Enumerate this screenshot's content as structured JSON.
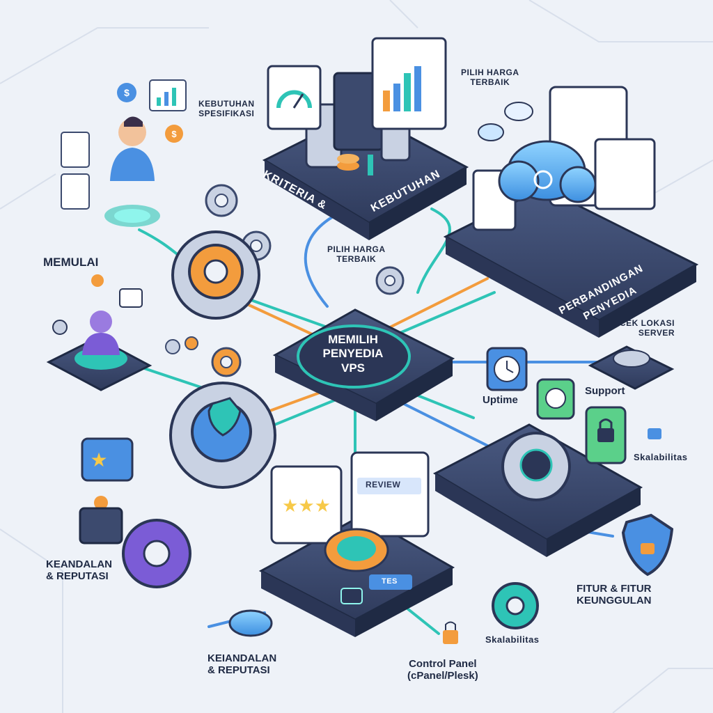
{
  "diagram": {
    "center_title_line1": "MEMILIH",
    "center_title_line2": "PENYEDIA",
    "center_title_line3": "VPS",
    "labels": {
      "start": "MEMULAI",
      "needs_line1": "KEBUTUHAN",
      "needs_line2": "SPESIFIKASI",
      "price_top_line1": "PILIH HARGA",
      "price_top_line2": "TERBAIK",
      "price_mid_line1": "PILIH HARGA",
      "price_mid_line2": "TERBAIK",
      "location_line1": "CEK LOKASI",
      "location_line2": "SERVER",
      "uptime": "Uptime",
      "support": "Support",
      "scalability_right": "Skalabilitas",
      "reliability_left_line1": "KEANDALAN",
      "reliability_left_line2": "& REPUTASI",
      "reliability_bottom_line1": "KEIANDALAN",
      "reliability_bottom_line2": "& REPUTASI",
      "features_line1": "FITUR & FITUR",
      "features_line2": "KEUNGGULAN",
      "scalability_bottom": "Skalabilitas",
      "control_panel_line1": "Control Panel",
      "control_panel_line2": "(cPanel/Plesk)"
    },
    "plates": {
      "criteria_left": "KRITERIA &",
      "criteria_right": "KEBUTUHAN",
      "compare_line1": "PERBANDINGAN",
      "compare_line2": "PENYEDIA"
    },
    "screen_texts": {
      "review": "REVIEW",
      "test": "TES"
    },
    "colors": {
      "background": "#eef2f8",
      "platform_dark": "#2b3656",
      "platform_top": "#3c4a6e",
      "accent_teal": "#2ec4b6",
      "accent_orange": "#f39c3d",
      "accent_purple": "#7b5cd6",
      "accent_blue": "#4a90e2",
      "gear_gray": "#c9d2e3"
    }
  }
}
